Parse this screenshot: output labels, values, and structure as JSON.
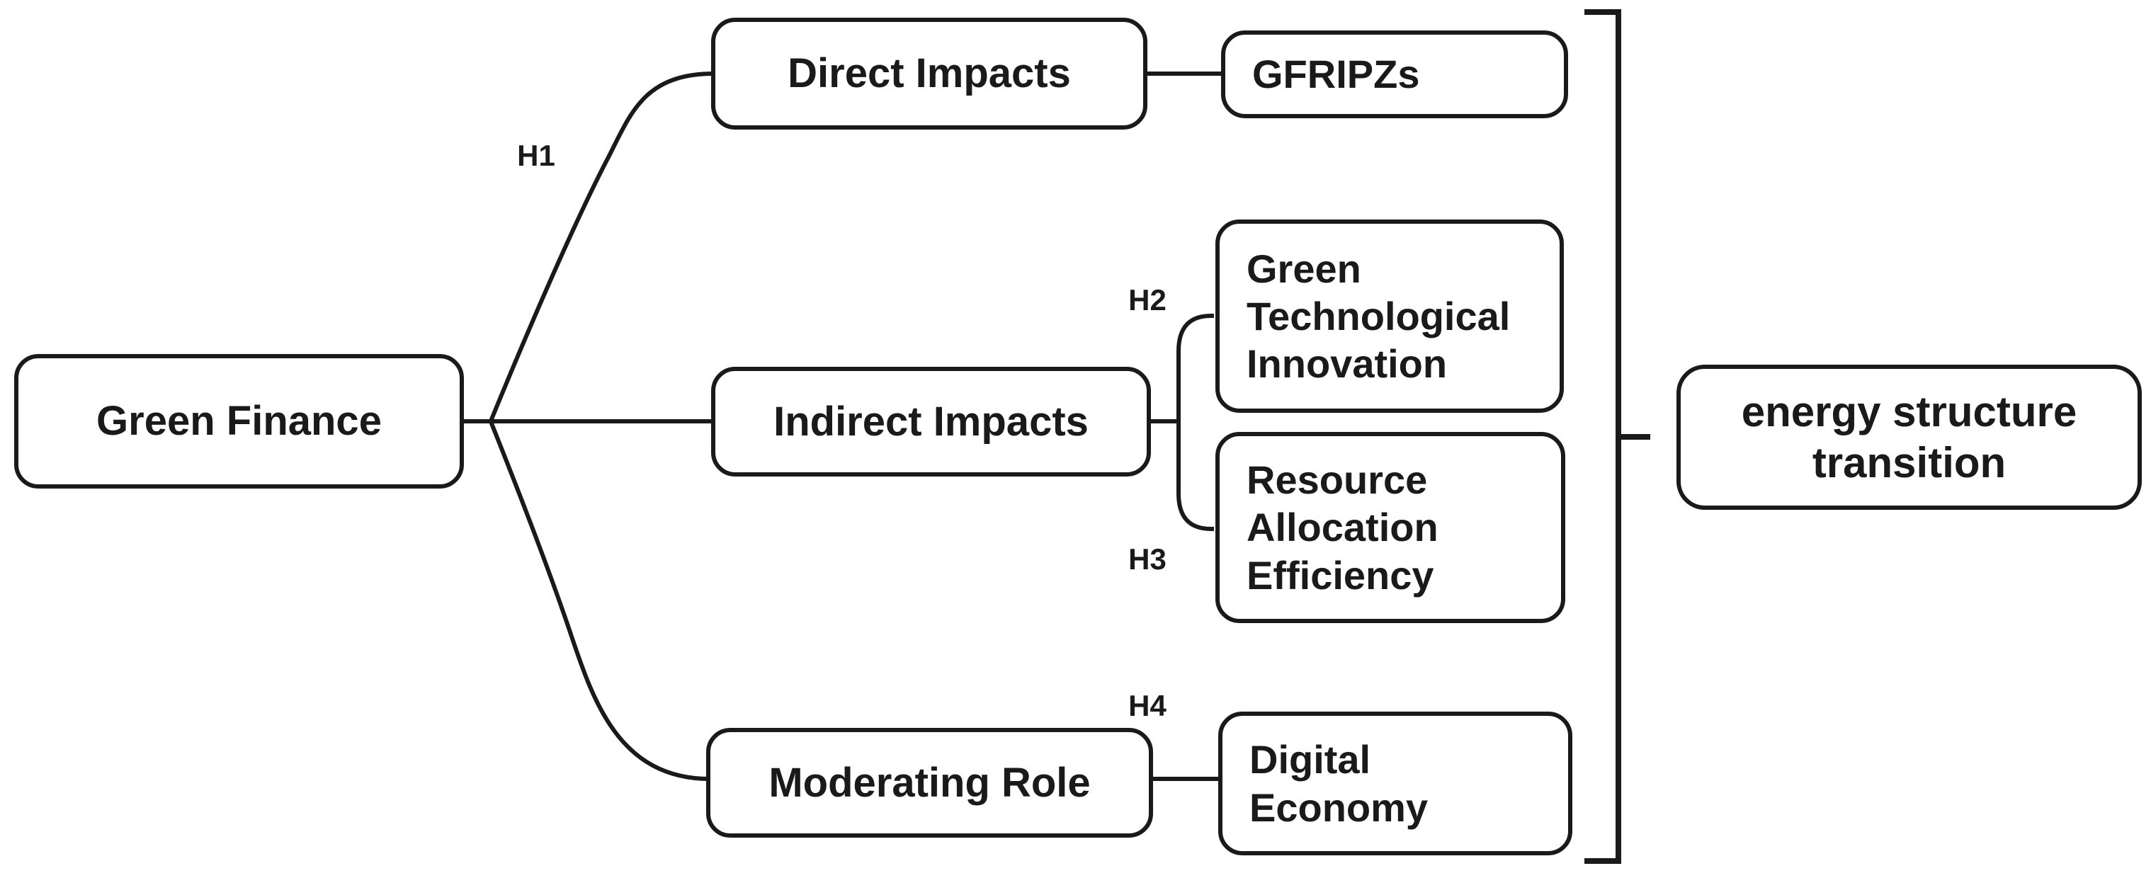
{
  "diagram": {
    "source": {
      "label": "Green Finance"
    },
    "branches": [
      {
        "label": "Direct Impacts",
        "hypothesis": "H1",
        "targets": [
          {
            "label": "GFRIPZs"
          }
        ]
      },
      {
        "label": "Indirect Impacts",
        "targets": [
          {
            "hypothesis": "H2",
            "label": "Green\nTechnological\nInnovation"
          },
          {
            "hypothesis": "H3",
            "label": "Resource\nAllocation\nEfficiency"
          }
        ]
      },
      {
        "label": "Moderating Role",
        "targets": [
          {
            "hypothesis": "H4",
            "label": "Digital\nEconomy"
          }
        ]
      }
    ],
    "outcome": {
      "label": "energy structure\ntransition"
    },
    "colors": {
      "line": "#1a1a1a",
      "box_border": "#1a1a1a",
      "box_fill": "#ffffff",
      "text": "#1a1a1a",
      "background": "#ffffff"
    }
  }
}
